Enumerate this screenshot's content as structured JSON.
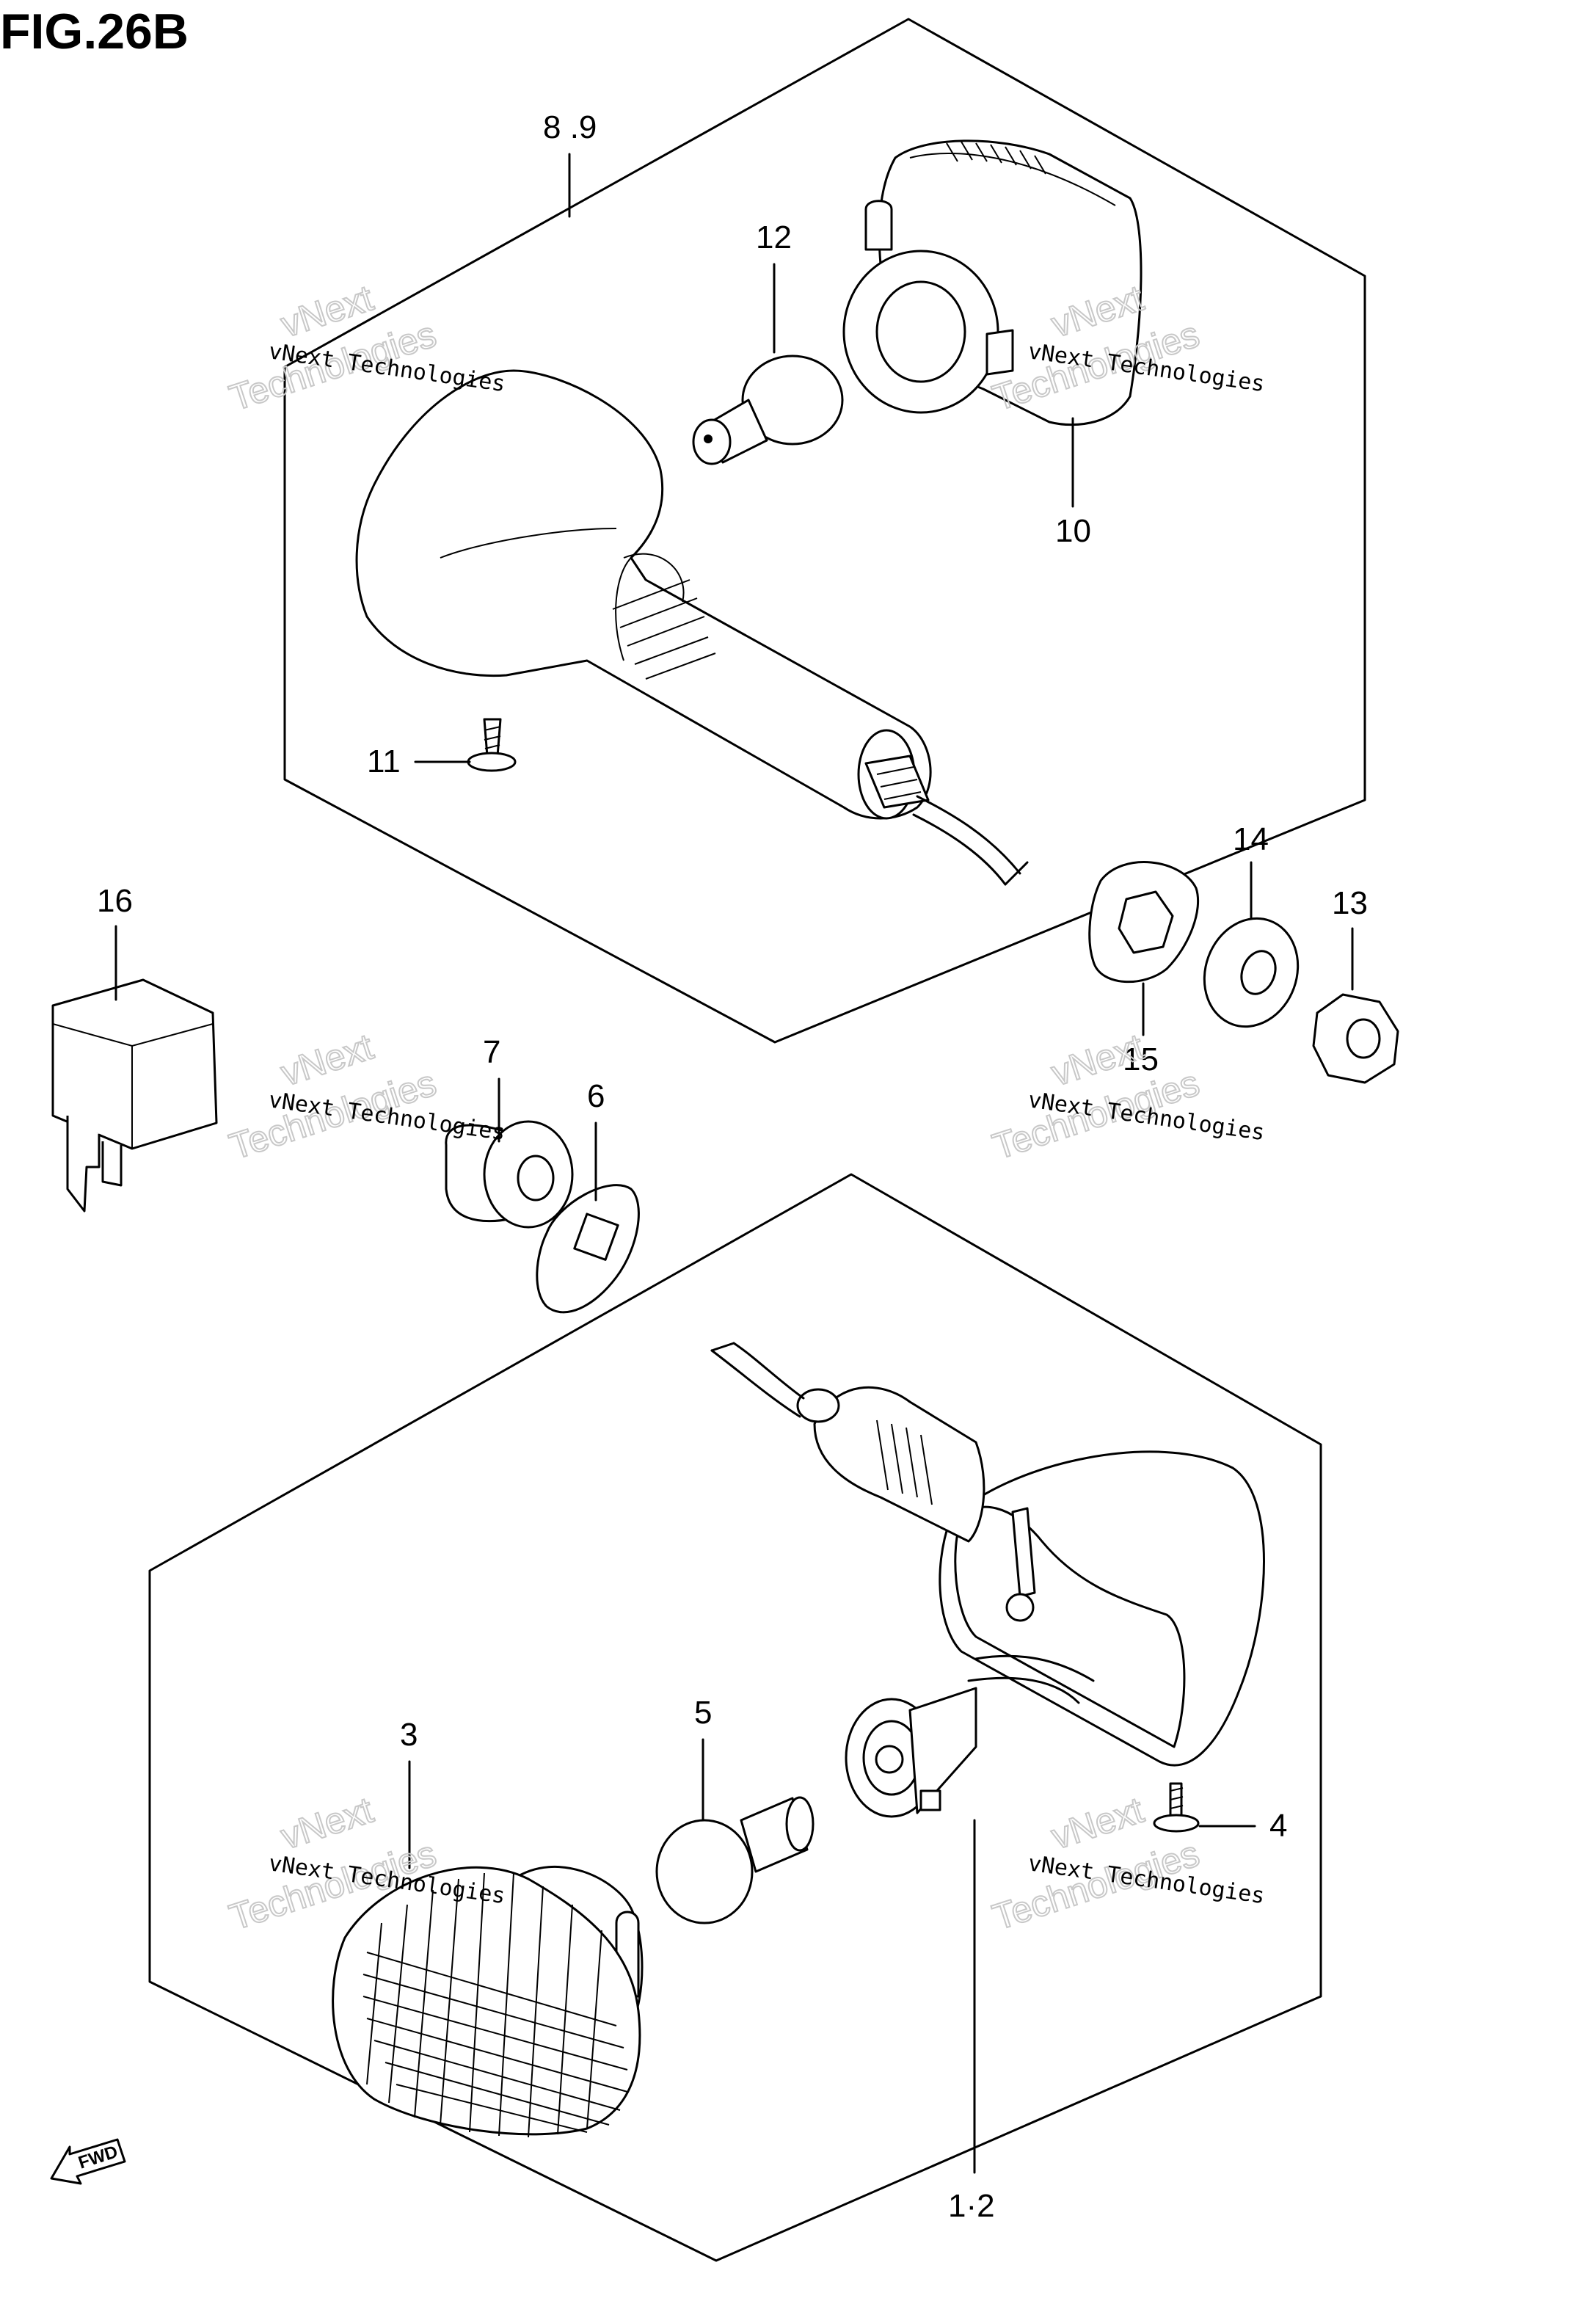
{
  "figure": {
    "title": "FIG.26B"
  },
  "callouts": {
    "c_8_9": "8 .9",
    "c_10": "10",
    "c_11": "11",
    "c_12": "12",
    "c_13": "13",
    "c_14": "14",
    "c_15": "15",
    "c_16": "16",
    "c_7": "7",
    "c_6": "6",
    "c_3": "3",
    "c_5": "5",
    "c_4": "4",
    "c_1_2": "1·2"
  },
  "watermark": {
    "line1": "vNext Technologies",
    "line2a": "vNext",
    "line2b": "Technologies"
  },
  "direction_marker": {
    "label": "FWD"
  }
}
